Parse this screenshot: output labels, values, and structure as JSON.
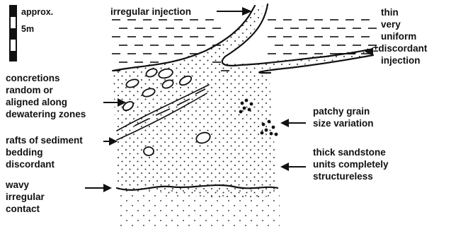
{
  "scale": {
    "line1": "approx.",
    "line2": "5m"
  },
  "labels": {
    "irregular_injection": "irregular injection",
    "thin_injection": [
      "thin",
      "very",
      "uniform",
      "±discordant",
      "injection"
    ],
    "concretions": [
      "concretions",
      "random or",
      "aligned along",
      "dewatering zones"
    ],
    "patchy": [
      "patchy grain",
      "size variation"
    ],
    "rafts": [
      "rafts of sediment",
      "bedding",
      "discordant"
    ],
    "thick": [
      "thick sandstone",
      "units completely",
      "structureless"
    ],
    "wavy": [
      "wavy",
      "irregular",
      "contact"
    ]
  },
  "colors": {
    "ink": "#111111",
    "background": "#ffffff"
  }
}
